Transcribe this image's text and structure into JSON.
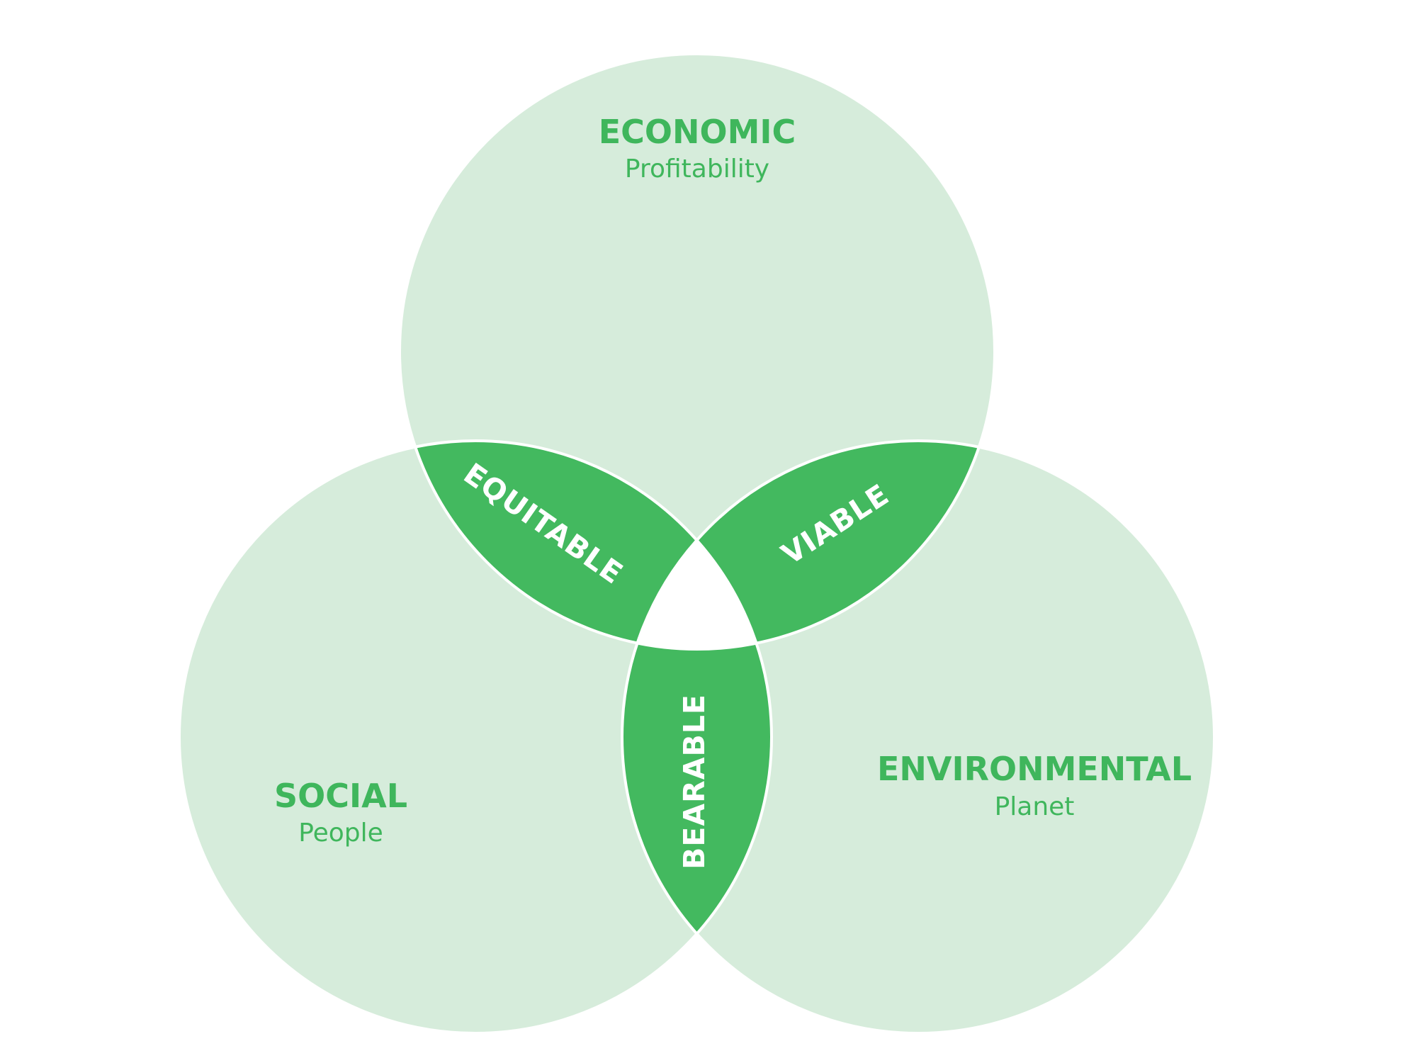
{
  "diagram": {
    "circles": {
      "economic": {
        "title": "ECONOMIC",
        "subtitle": "Profitability"
      },
      "social": {
        "title": "SOCIAL",
        "subtitle": "People"
      },
      "environmental": {
        "title": "ENVIRONMENTAL",
        "subtitle": "Planet"
      }
    },
    "overlaps": {
      "equitable": "EQUITABLE",
      "viable": "VIABLE",
      "bearable": "BEARABLE"
    }
  },
  "colors": {
    "circle_fill": "#d6ecdb",
    "lens_fill": "#43b95f",
    "text_green": "#3fb65c",
    "lens_text": "#ffffff",
    "stroke": "#ffffff",
    "background": "#ffffff"
  }
}
